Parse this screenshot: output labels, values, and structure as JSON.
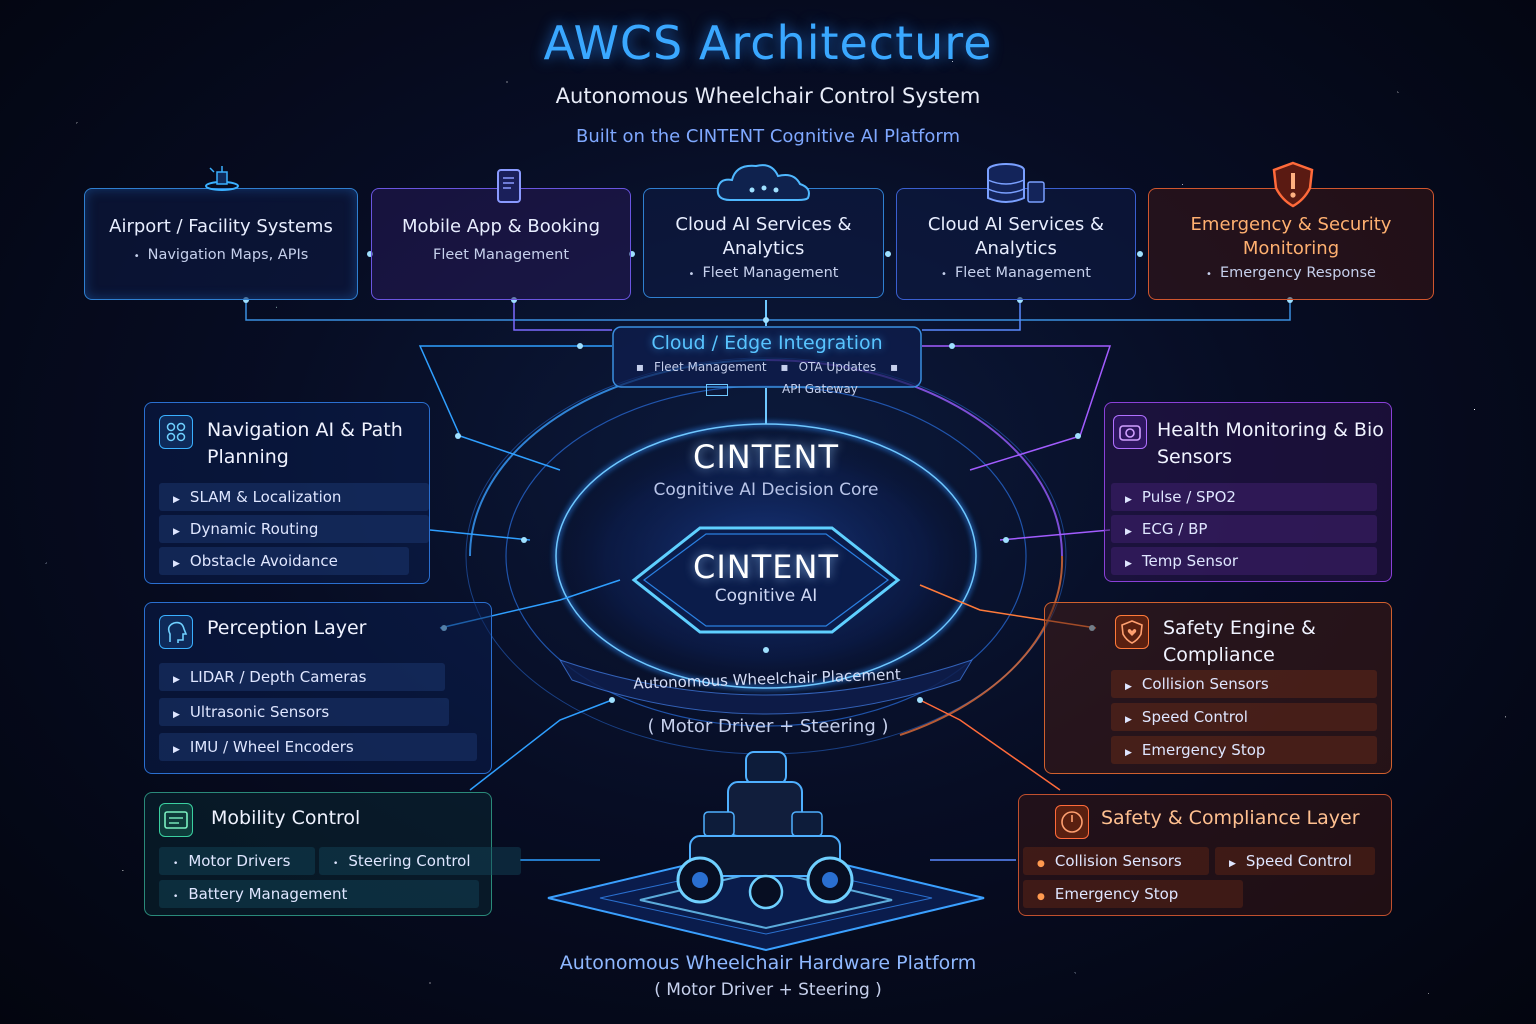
{
  "header": {
    "title": "AWCS Architecture",
    "subtitle": "Autonomous Wheelchair Control System",
    "tagline": "Built on the CINTENT Cognitive AI Platform"
  },
  "top_boxes": [
    {
      "title": "Airport / Facility Systems",
      "detail": "Navigation Maps, APIs",
      "icon": "radar-tower-icon",
      "color": "#3a8fd6"
    },
    {
      "title": "Mobile App & Booking",
      "detail": "Fleet Management",
      "icon": "smartphone-icon",
      "color": "#6a55e0"
    },
    {
      "title": "Cloud AI Services & Analytics",
      "detail": "Fleet Management",
      "icon": "cloud-icon",
      "color": "#3a8fd6"
    },
    {
      "title": "Cloud AI Services & Analytics",
      "detail": "Fleet Management",
      "icon": "database-icon",
      "color": "#4a6ad6"
    },
    {
      "title": "Emergency & Security Monitoring",
      "detail": "Emergency Response",
      "icon": "warning-shield-icon",
      "color": "#e0552e"
    }
  ],
  "hub": {
    "title": "Cloud / Edge Integration",
    "tags": [
      "Fleet Management",
      "OTA Updates"
    ],
    "api": "API Gateway"
  },
  "core": {
    "outer_title": "CINTENT",
    "outer_subtitle": "Cognitive AI Decision Core",
    "inner_title": "CINTENT",
    "inner_subtitle": "Cognitive AI",
    "placement_label": "Autonomous Wheelchair Placement",
    "motor_label": "( Motor Driver + Steering )"
  },
  "left_panels": [
    {
      "title": "Navigation AI & Path Planning",
      "items": [
        "SLAM & Localization",
        "Dynamic Routing",
        "Obstacle Avoidance"
      ],
      "icon": "network-brain-icon",
      "color": "#2f8fe0"
    },
    {
      "title": "Perception Layer",
      "items": [
        "LIDAR / Depth Cameras",
        "Ultrasonic Sensors",
        "IMU / Wheel Encoders"
      ],
      "icon": "head-scan-icon",
      "color": "#2f8fe0"
    },
    {
      "title": "Mobility Control",
      "items": [
        "Motor Drivers",
        "Steering Control",
        "Battery Management"
      ],
      "icon": "motor-board-icon",
      "color": "#2aa88a"
    }
  ],
  "right_panels": [
    {
      "title": "Health Monitoring & Bio Sensors",
      "items": [
        "Pulse / SPO2",
        "ECG / BP",
        "Temp Sensor"
      ],
      "icon": "camera-sensor-icon",
      "color": "#9a45e0"
    },
    {
      "title": "Safety Engine & Compliance",
      "items": [
        "Collision Sensors",
        "Speed Control",
        "Emergency Stop"
      ],
      "icon": "shield-heart-icon",
      "color": "#e0602e"
    },
    {
      "title": "Safety & Compliance Layer",
      "items": [
        "Collision Sensors",
        "Speed Control",
        "Emergency Stop"
      ],
      "icon": "clock-gauge-icon",
      "color": "#e0552e"
    }
  ],
  "footer": {
    "platform": "Autonomous Wheelchair Hardware Platform",
    "platform_detail": "( Motor Driver + Steering )"
  }
}
